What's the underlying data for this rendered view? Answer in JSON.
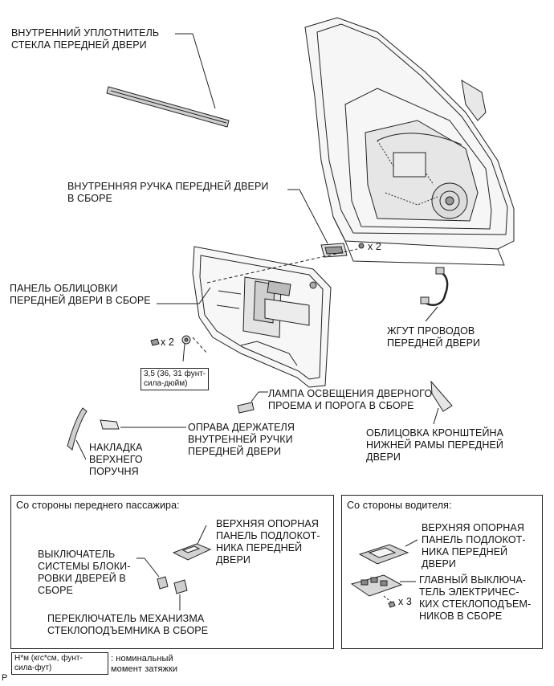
{
  "labels": {
    "glass_weatherstrip": "ВНУТРЕННИЙ УПЛОТНИТЕЛЬ\nСТЕКЛА ПЕРЕДНЕЙ ДВЕРИ",
    "inside_handle": "ВНУТРЕННЯЯ РУЧКА ПЕРЕДНЕЙ ДВЕРИ\nВ СБОРЕ",
    "door_trim_panel": "ПАНЕЛЬ ОБЛИЦОВКИ\nПЕРЕДНЕЙ ДВЕРИ В СБОРЕ",
    "wire_harness": "ЖГУТ ПРОВОДОВ\nПЕРЕДНЕЙ ДВЕРИ",
    "courtesy_lamp": "ЛАМПА ОСВЕЩЕНИЯ ДВЕРНОГО\nПРОЕМА И ПОРОГА В СБОРЕ",
    "handle_bezel": "ОПРАВА ДЕРЖАТЕЛЯ\nВНУТРЕННЕЙ РУЧКИ\nПЕРЕДНЕЙ ДВЕРИ",
    "frame_cover": "ОБЛИЦОВКА КРОНШТЕЙНА\nНИЖНЕЙ РАМЫ ПЕРЕДНЕЙ\nДВЕРИ",
    "assist_grip_cover": "НАКЛАДКА\nВЕРХНЕГО\nПОРУЧНЯ",
    "screws_x2_top": "x 2",
    "screws_x2_bottom": "x 2",
    "torque_value": "3,5 (36, 31 фунт-\nсила-дюйм)"
  },
  "passenger_box": {
    "title": "Со стороны переднего пассажира:",
    "armrest_panel": "ВЕРХНЯЯ ОПОРНАЯ\nПАНЕЛЬ ПОДЛОКОТ-\nНИКА ПЕРЕДНЕЙ\nДВЕРИ",
    "lock_switch": "ВЫКЛЮЧАТЕЛЬ\nСИСТЕМЫ БЛОКИ-\nРОВКИ ДВЕРЕЙ В\nСБОРЕ",
    "window_switch": "ПЕРЕКЛЮЧАТЕЛЬ МЕХАНИЗМА\nСТЕКЛОПОДЪЕМНИКА В СБОРЕ"
  },
  "driver_box": {
    "title": "Со стороны водителя:",
    "armrest_panel": "ВЕРХНЯЯ ОПОРНАЯ\nПАНЕЛЬ ПОДЛОКОТ-\nНИКА ПЕРЕДНЕЙ\nДВЕРИ",
    "master_switch": "ГЛАВНЫЙ ВЫКЛЮЧА-\nТЕЛЬ ЭЛЕКТРИЧЕС-\nКИХ СТЕКЛОПОДЪЕМ-\nНИКОВ В СБОРЕ",
    "screws_x3": "x 3"
  },
  "legend": {
    "unit": "Н*м (кгс*см, фунт-\nсила-фут)",
    "meaning": ": номинальный\nмомент затяжки",
    "corner_mark": "P"
  },
  "colors": {
    "line": "#222222",
    "fill": "#f2f2f2",
    "shade": "#cfcfcf",
    "dark": "#555555"
  }
}
